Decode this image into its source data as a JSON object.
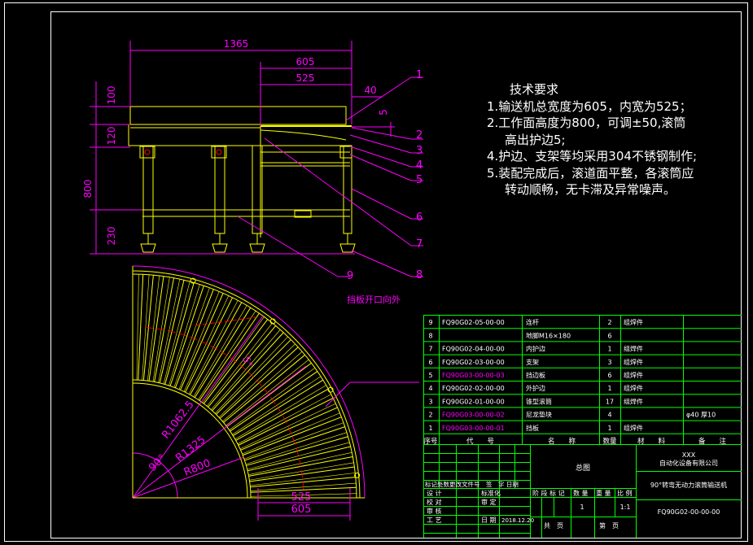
{
  "colors": {
    "background": "#000000",
    "frame": "#ffffff",
    "dimension": "#ff00ff",
    "leader": "#ff00ff",
    "table": "#00ff00",
    "roller": "#ffff00",
    "text": "#ffffff",
    "magenta_text": "#ff00ff"
  },
  "dimensions": {
    "overall_length": "1365",
    "total_width": "605",
    "inner_width": "525",
    "edge_offset": "40",
    "roller_raise": "5",
    "height_top": "100",
    "height_mid": "120",
    "height_total": "800",
    "height_bottom": "230",
    "arc_width_inner": "525",
    "arc_width_outer": "605",
    "radius_mid": "R1062.5",
    "radius_outer": "R1325",
    "radius_inner": "R800",
    "angle": "90°",
    "pitch": "5°"
  },
  "callouts": [
    "1",
    "2",
    "3",
    "4",
    "5",
    "6",
    "7",
    "8",
    "9"
  ],
  "notes": {
    "plan_label": "挡板开口向外",
    "requirements_title": "技术要求",
    "requirements": [
      {
        "text": "1.输送机总宽度为605，内宽为525；",
        "indent": false
      },
      {
        "text": "2.工作面高度为800，可调±50,滚筒",
        "indent": false
      },
      {
        "text": "高出护边5;",
        "indent": true
      },
      {
        "text": "4.护边、支架等均采用304不锈钢制作;",
        "indent": false
      },
      {
        "text": "5.装配完成后，滚道面平整，各滚筒应",
        "indent": false
      },
      {
        "text": "转动顺畅，无卡滞及异常噪声。",
        "indent": true
      }
    ]
  },
  "bom": {
    "rows": [
      {
        "no": "9",
        "code": "FQ90G02-05-00-00",
        "name": "连杆",
        "qty": "2",
        "mat": "组焊件",
        "remark": "",
        "hl": false
      },
      {
        "no": "8",
        "code": "",
        "name": "地脚M16×180",
        "qty": "6",
        "mat": "",
        "remark": "",
        "hl": false
      },
      {
        "no": "7",
        "code": "FQ90G02-04-00-00",
        "name": "内护边",
        "qty": "1",
        "mat": "组焊件",
        "remark": "",
        "hl": false
      },
      {
        "no": "6",
        "code": "FQ90G02-03-00-00",
        "name": "支架",
        "qty": "3",
        "mat": "组焊件",
        "remark": "",
        "hl": false
      },
      {
        "no": "5",
        "code": "FQ90G03-00-00-03",
        "name": "挡边板",
        "qty": "6",
        "mat": "组焊件",
        "remark": "",
        "hl": true
      },
      {
        "no": "4",
        "code": "FQ90G02-02-00-00",
        "name": "外护边",
        "qty": "1",
        "mat": "组焊件",
        "remark": "",
        "hl": false
      },
      {
        "no": "3",
        "code": "FQ90G02-01-00-00",
        "name": "锥型滚筒",
        "qty": "17",
        "mat": "组焊件",
        "remark": "",
        "hl": false
      },
      {
        "no": "2",
        "code": "FQ90G03-00-00-02",
        "name": "尼龙垫块",
        "qty": "4",
        "mat": "",
        "remark": "φ40 厚10",
        "hl": true
      },
      {
        "no": "1",
        "code": "FQ90G03-00-00-01",
        "name": "挡板",
        "qty": "1",
        "mat": "组焊件",
        "remark": "",
        "hl": true
      }
    ],
    "headers": {
      "no": "序号",
      "code": "代　　号",
      "name": "名　　称",
      "qty": "数量",
      "mat": "材　　料",
      "remark": "备　　注"
    }
  },
  "title_block": {
    "drawing_type": "总图",
    "company_line1": "XXX",
    "company_line2": "自动化设备有限公司",
    "product": "90°转弯无动力滚筒输送机",
    "drawing_no": "FQ90G02-00-00-00",
    "rev_headers": "标记处数更改文件号　签　字 日期",
    "design": "设 计",
    "design_val": "标准化",
    "check": "校 对",
    "check_val": "审 定",
    "review": "审 核",
    "craft": "工 艺",
    "date_label": "日 期",
    "date_val": "2018.12.20",
    "stage_hdr": "阶 段 标 记",
    "weight_hdr": "重 量",
    "qty_hdr": "数 量",
    "scale_hdr": "比 例",
    "qty_val": "1",
    "scale_val": "1:1",
    "sheets": "共　页",
    "sheet": "第　页"
  }
}
